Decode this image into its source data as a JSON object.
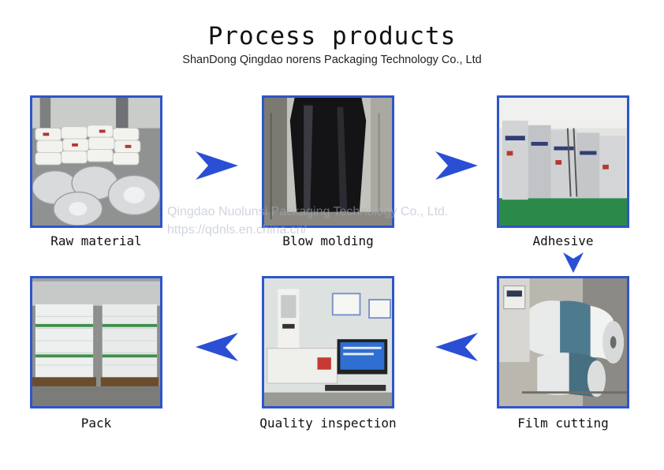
{
  "header": {
    "title": "Process products",
    "subtitle": "ShanDong Qingdao norens Packaging Technology Co., Ltd"
  },
  "steps": [
    {
      "label": "Raw material"
    },
    {
      "label": "Blow molding"
    },
    {
      "label": "Adhesive"
    },
    {
      "label": "Film cutting"
    },
    {
      "label": "Quality inspection"
    },
    {
      "label": "Pack"
    }
  ],
  "watermark": {
    "line1": "Qingdao Nuolunsi Packaging Technology Co., Ltd.",
    "line2": "https://qdnls.en.china.cn/"
  },
  "colors": {
    "frame": "#2f56c8",
    "arrow": "#2a4fd4"
  }
}
